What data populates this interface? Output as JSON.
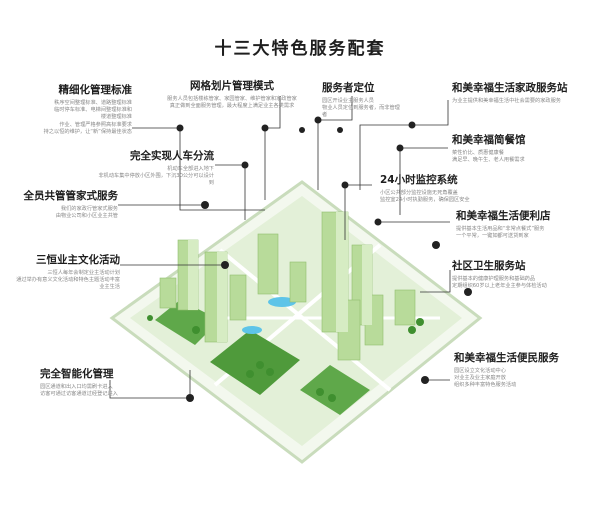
{
  "title": "十三大特色服务配套",
  "services": [
    {
      "id": "s1",
      "heading": "精细化管理标准",
      "desc": [
        "秩序空间整理标准、道路整理标准",
        "临时停车标准、电梯间整理标准和",
        "楼道整理标准",
        "作业、管理严格参照高标准要求",
        "持之以恒的维护，让“新”保持最佳状态"
      ]
    },
    {
      "id": "s2",
      "heading": "网格划片管理模式",
      "desc": [
        "服务人员包括楼栋管家、家园管家、维护管家和家政管家",
        "真正做到全面服务管理，最大程度上满足业主各类需求"
      ]
    },
    {
      "id": "s3",
      "heading": "服务者定位",
      "desc": [
        "园区开设业主服务人员",
        "物业人员定位到服务者，而非管理者"
      ]
    },
    {
      "id": "s4",
      "heading": "和美幸福生活家政服务站",
      "desc": [
        "为业主提供和美幸福生活中社会需要的家政服务"
      ]
    },
    {
      "id": "s5",
      "heading": "完全实现人车分流",
      "desc": [
        "机动车全部进入地下",
        "非机动车集中停放小区外围，下沉30公分可以设计到"
      ]
    },
    {
      "id": "s6",
      "heading": "和美幸福简餐馆",
      "desc": [
        "菜性价比、质惠健康餐",
        "满足早、晚午生、老人用餐需求"
      ]
    },
    {
      "id": "s7",
      "heading": "全员共管管家式服务",
      "desc": [
        "我们的家政行管家式服务",
        "由物业公司和小区业主共管"
      ]
    },
    {
      "id": "s8",
      "heading": "24小时监控系统",
      "desc": [
        "小区公共部分监控设施无死角覆盖",
        "监控室24小时执勤服务，确保园区安全"
      ]
    },
    {
      "id": "s9",
      "heading": "和美幸福生活便利店",
      "desc": [
        "提供基本生活用品和“非常点餐式”服务",
        "一个平常，一键如都可送货到家"
      ]
    },
    {
      "id": "s10",
      "heading": "三恒业主文化活动",
      "desc": [
        "三恒人每年会制定业主活动计划",
        "通过举办有意义文化活动和特色主题活动丰富",
        "业主生活"
      ]
    },
    {
      "id": "s11",
      "heading": "社区卫生服务站",
      "desc": [
        "提供基本的健康护理服务和基础药品",
        "定期组织60岁以上老年业主参与体检活动"
      ]
    },
    {
      "id": "s12",
      "heading": "完全智能化管理",
      "desc": [
        "园区通道和出入口均需刷卡进入",
        "访客可通过访客通道过经登记进入"
      ]
    },
    {
      "id": "s13",
      "heading": "和美幸福生活便民服务",
      "desc": [
        "园区设立文化活动中心",
        "对业主及业主家庭开放",
        "组织多种丰富特色服务活动"
      ]
    }
  ],
  "colors": {
    "accent": "#6ab04c",
    "light": "#d9edc9",
    "line": "#333333",
    "platform": "#eef6e8"
  }
}
